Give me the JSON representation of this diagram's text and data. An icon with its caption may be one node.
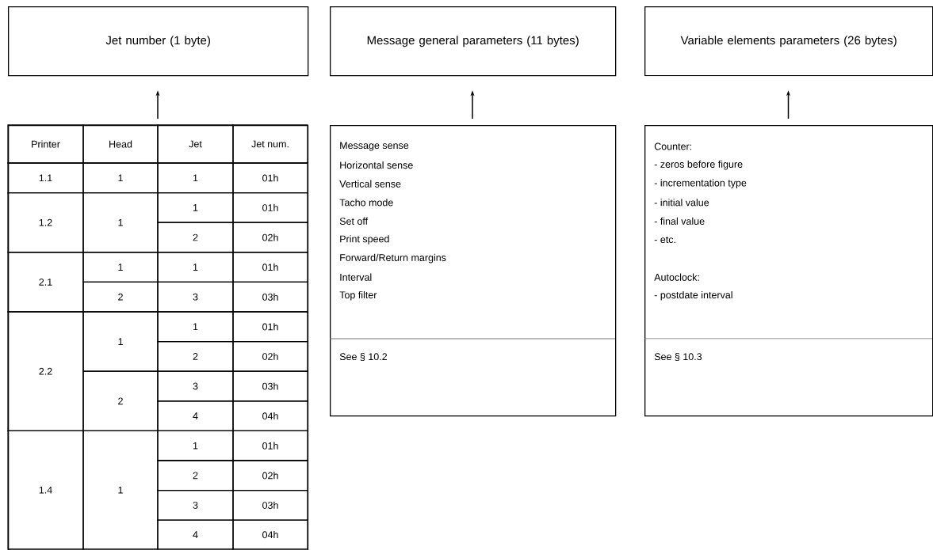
{
  "diagram": {
    "nodes": [
      {
        "text": [
          "Jet number (1 byte)"
        ]
      },
      {
        "text": [
          "Message general parameters (11 bytes)"
        ]
      },
      {
        "text": [
          "Variable elements parameters (26 bytes)"
        ]
      },
      {
        "text": [],
        "shape": "box"
      },
      {
        "text": [
          "Message sense",
          "Horizontal sense",
          "Vertical sense",
          "Tacho mode",
          "Set off",
          "Print speed",
          "Forward/Return margins",
          "Interval",
          "Top filter",
          "See § 10.2"
        ]
      },
      {
        "text": [
          "Counter:",
          "- zeros before figure",
          "- incrementation type",
          "- initial value",
          "- final value",
          "- etc.",
          "Autoclock:",
          "- postdate interval",
          "See § 10.3"
        ]
      }
    ],
    "edges": [
      {
        "from": 3,
        "to": 0,
        "arrow": "to"
      },
      {
        "from": 4,
        "to": 1,
        "arrow": "to"
      },
      {
        "from": 5,
        "to": 2,
        "arrow": "to"
      }
    ],
    "labels": [
      "Printer",
      "Head",
      "Jet",
      "Jet num.",
      "1.1",
      "1",
      "1",
      "01h",
      "1.2",
      "1",
      "1",
      "01h",
      "2",
      "02h",
      "2.1",
      "1",
      "1",
      "01h",
      "2",
      "3",
      "03h",
      "2.2",
      "1",
      "1",
      "01h",
      "2",
      "02h",
      "2",
      "3",
      "03h",
      "4",
      "04h",
      "1.4",
      "1",
      "1",
      "01h",
      "2",
      "02h",
      "3",
      "03h",
      "4",
      "04h"
    ]
  }
}
